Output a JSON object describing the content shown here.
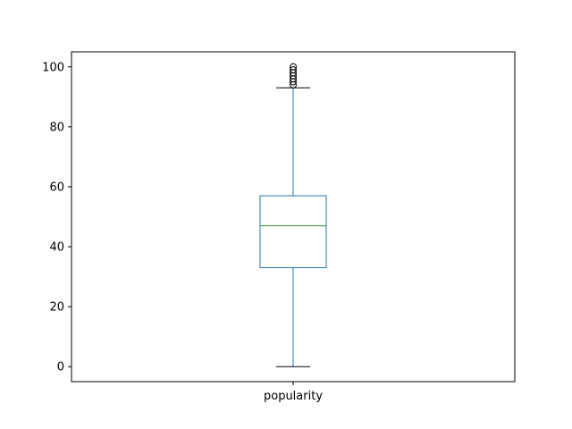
{
  "chart_data": {
    "type": "box",
    "title": "",
    "xlabel": "",
    "ylabel": "",
    "categories": [
      "popularity"
    ],
    "ylim": [
      -5,
      105
    ],
    "yticks": [
      0,
      20,
      40,
      60,
      80,
      100
    ],
    "ytick_labels": [
      "0",
      "20",
      "40",
      "60",
      "80",
      "100"
    ],
    "grid": false,
    "legend": "none",
    "boxes": [
      {
        "name": "popularity",
        "whisker_low": 0,
        "q1": 33,
        "median": 47,
        "q3": 57,
        "whisker_high": 93,
        "outliers": [
          94,
          95,
          96,
          97,
          98,
          99,
          100
        ]
      }
    ],
    "colors": {
      "box": "#1f77b4",
      "median": "#2ca02c",
      "cap": "#000000",
      "flier": "#000000",
      "axes": "#000000"
    }
  }
}
